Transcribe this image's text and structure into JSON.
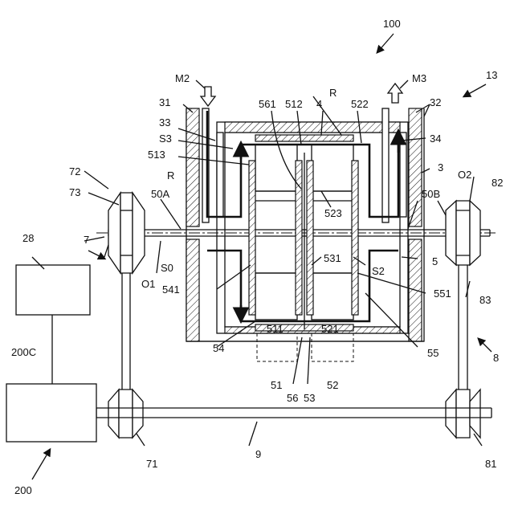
{
  "labels": {
    "l100": "100",
    "l13": "13",
    "lM2": "M2",
    "lM3": "M3",
    "lR_top": "R",
    "lR_left": "R",
    "l31": "31",
    "l33": "33",
    "lS3": "S3",
    "l513": "513",
    "l561": "561",
    "l512": "512",
    "l4": "4",
    "l522": "522",
    "l32": "32",
    "l34": "34",
    "l3": "3",
    "l523": "523",
    "l72": "72",
    "l73": "73",
    "l50A": "50A",
    "lO2": "O2",
    "l82": "82",
    "l50B": "50B",
    "l7": "7",
    "l28": "28",
    "lS0": "S0",
    "l531": "531",
    "lS2": "S2",
    "l5": "5",
    "l541": "541",
    "l551": "551",
    "lO1": "O1",
    "l83": "83",
    "l511": "511",
    "l521": "521",
    "l54": "54",
    "l55": "55",
    "l8": "8",
    "l200C": "200C",
    "l51": "51",
    "l56": "56",
    "l53": "53",
    "l52": "52",
    "l71": "71",
    "l9": "9",
    "l81": "81",
    "l200": "200"
  }
}
